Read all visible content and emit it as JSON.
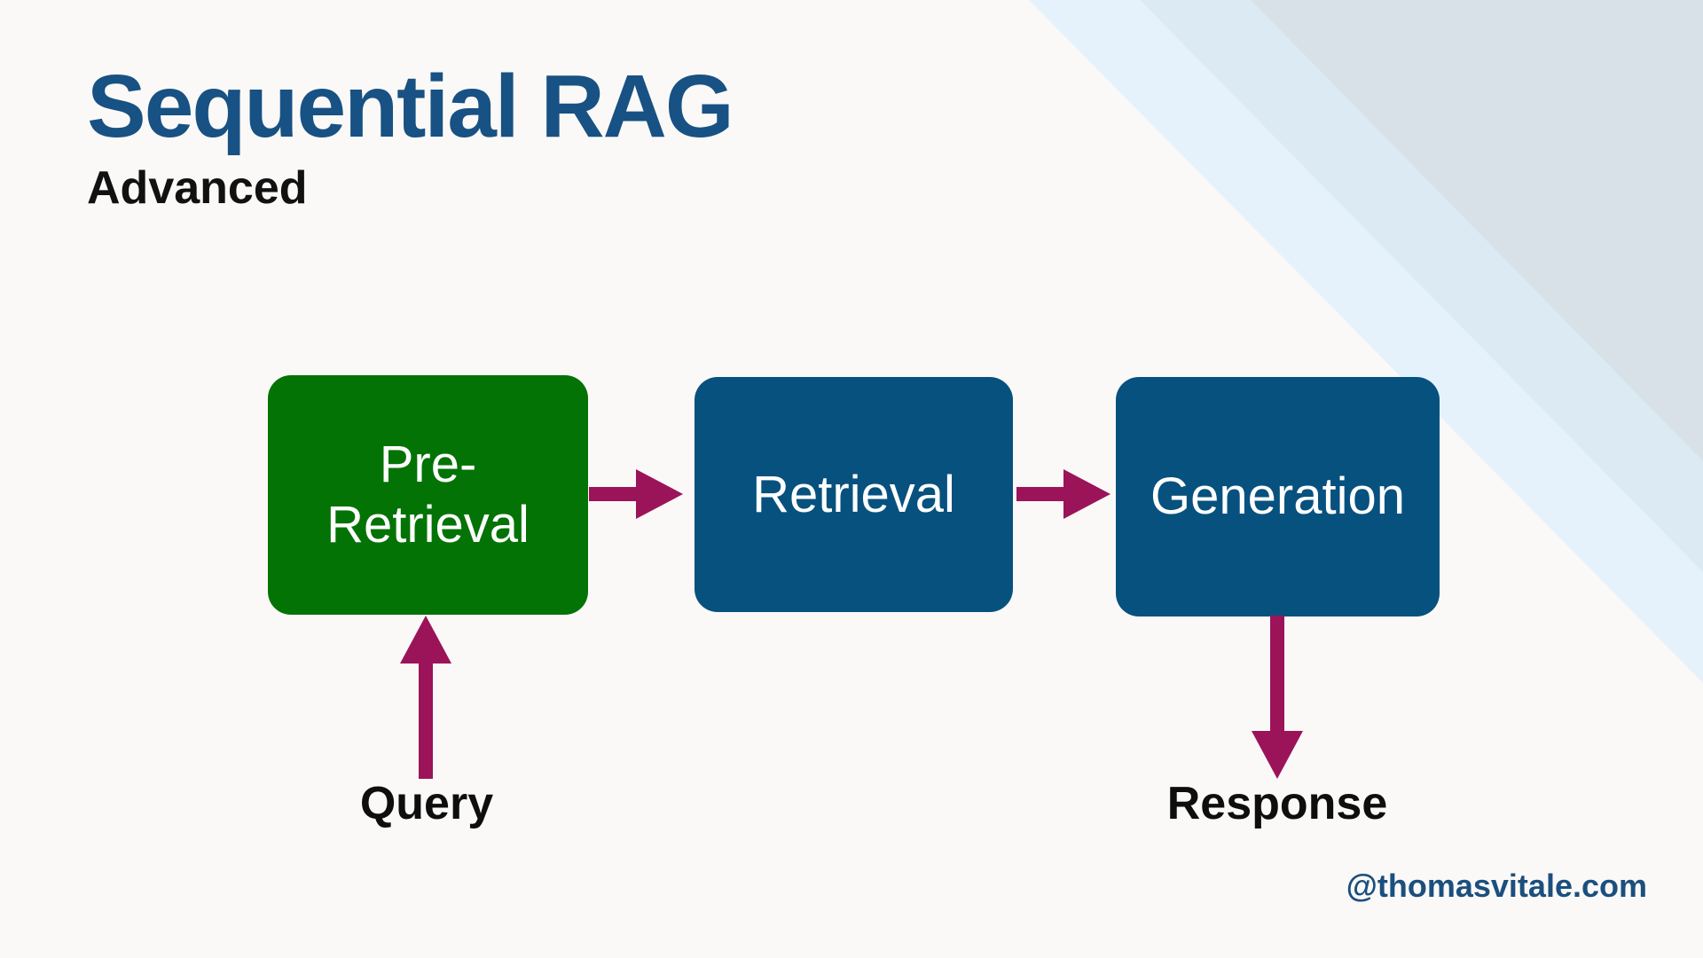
{
  "slide": {
    "title": "Sequential RAG",
    "subtitle": "Advanced",
    "watermark": "@thomasvitale.com"
  },
  "diagram": {
    "pre_retrieval": {
      "line1": "Pre-",
      "line2": "Retrieval"
    },
    "retrieval": {
      "label": "Retrieval"
    },
    "generation": {
      "label": "Generation"
    },
    "query_label": "Query",
    "response_label": "Response"
  },
  "colors": {
    "background": "#FAF9F7",
    "title_blue": "#185183",
    "subtitle_black": "#111111",
    "box_green": "#047306",
    "box_blue": "#07517F",
    "arrow_magenta": "#9B145A",
    "label_black": "#0E0E0E",
    "watermark_blue": "#1B4F7E",
    "stripe_light": "#E6F2FB",
    "stripe_medium": "#DCEAF4",
    "stripe_gray": "#D9E1E8"
  }
}
